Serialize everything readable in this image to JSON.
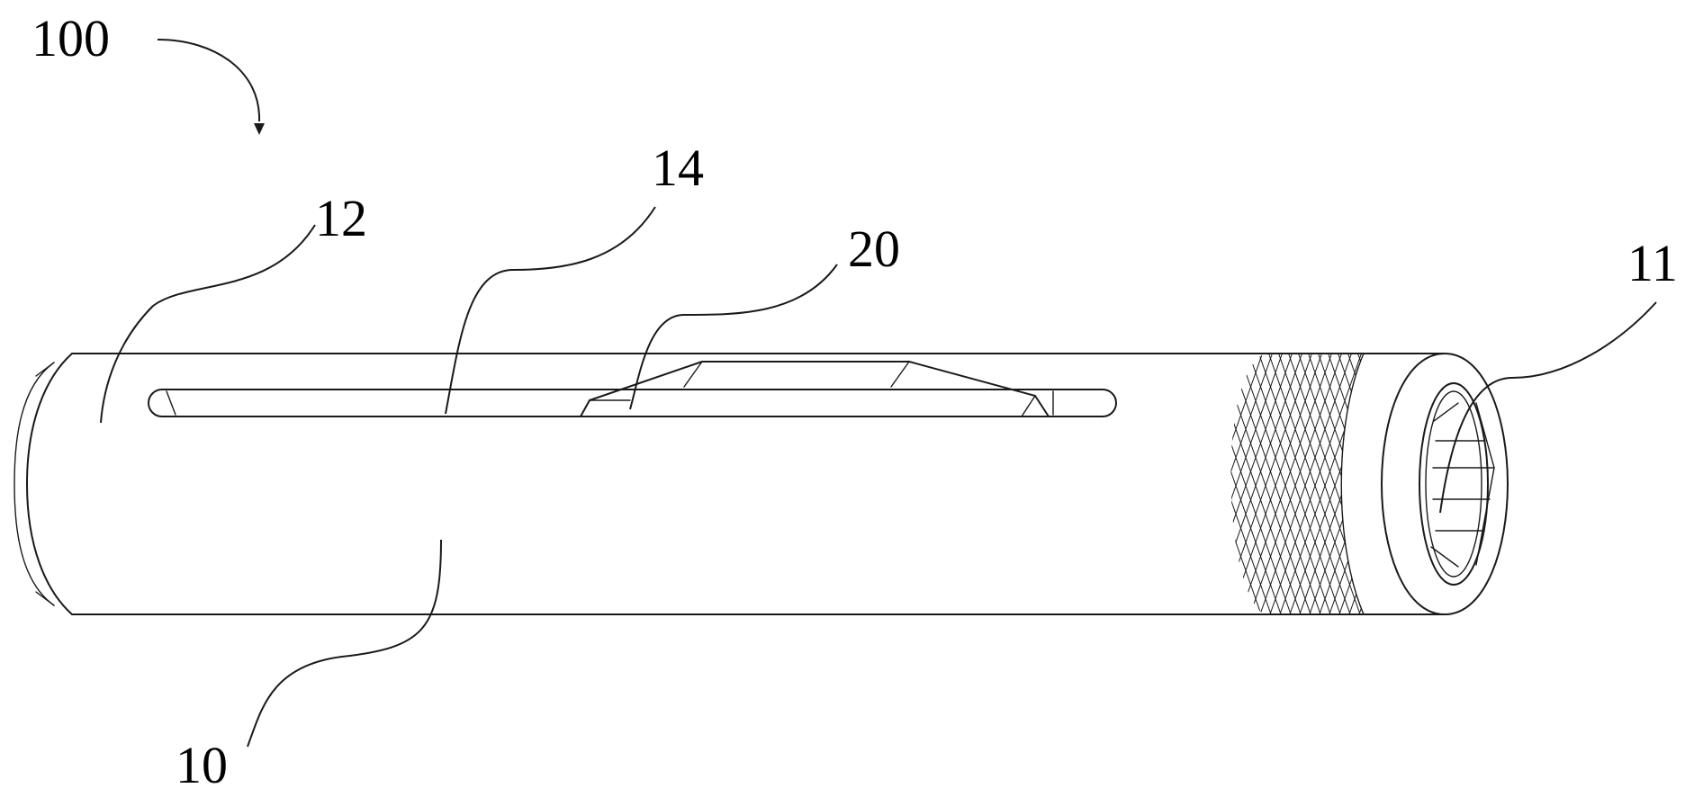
{
  "figure": {
    "labels": {
      "assembly": "100",
      "body": "10",
      "socket_end": "11",
      "surface": "12",
      "slot": "14",
      "slider": "20"
    },
    "colors": {
      "line": "#1a1a1a",
      "background": "#ffffff"
    }
  }
}
